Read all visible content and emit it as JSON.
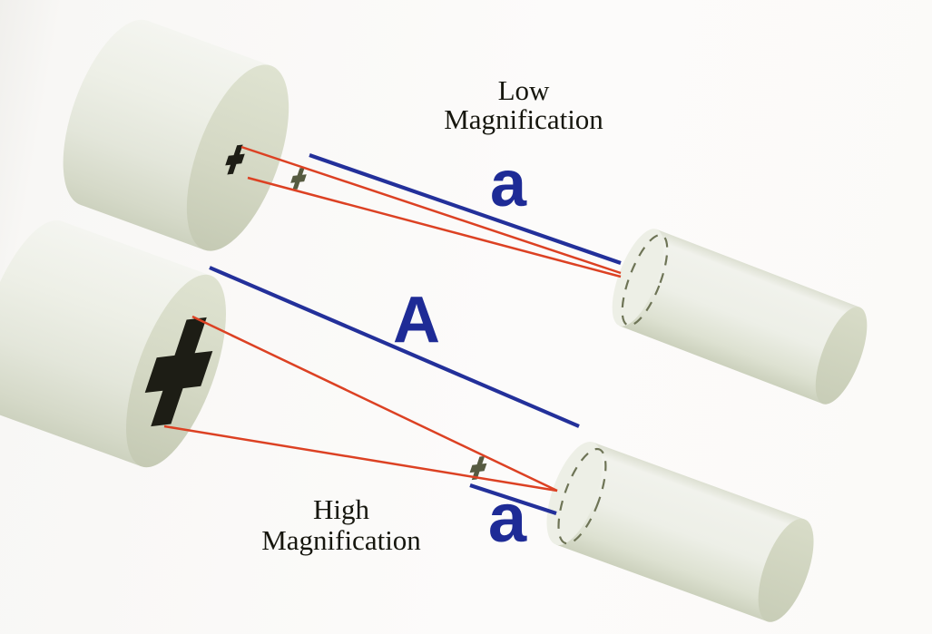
{
  "figure": {
    "captions": {
      "low": {
        "line1": "Low",
        "line2": "Magnification"
      },
      "high": {
        "line1": "High",
        "line2": "Magnification"
      }
    },
    "labels": {
      "low_screen_size": "a",
      "high_image_size": "A",
      "high_screen_size": "a"
    }
  },
  "colors": {
    "label_blue": "#1e2b96",
    "beam_blue": "#23309a",
    "beam_red": "#dc4123",
    "caption_text": "#16160e",
    "cross_dark": "#1d1d15",
    "cross_olive": "#565b41",
    "dashed_outline": "#6e7456",
    "cylinder_body_light": "#f1f2ec",
    "cylinder_face_green": "#d4d8c4"
  }
}
